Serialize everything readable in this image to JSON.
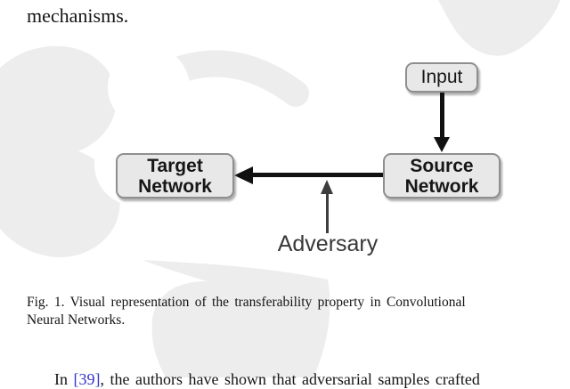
{
  "page": {
    "paragraph_top": "mechanisms.",
    "caption": {
      "line1": "Fig. 1.  Visual representation of the transferability property in Convolutional",
      "line2": "Neural Networks."
    },
    "paragraph_bottom": {
      "prefix": "In ",
      "citation": "[39]",
      "rest": ", the authors have shown that adversarial samples crafted"
    }
  },
  "diagram": {
    "input": {
      "label": "Input"
    },
    "source": {
      "line1": "Source",
      "line2": "Network"
    },
    "target": {
      "line1": "Target",
      "line2": "Network"
    },
    "adversary_label": "Adversary"
  },
  "colors": {
    "watermark": "#ededed",
    "box-fill": "#e8e8e8",
    "box-border": "#8f8f8f",
    "arrow-black": "#111111",
    "arrow-gray": "#3d3d3d",
    "citation": "#3333cc",
    "text": "#141414"
  }
}
